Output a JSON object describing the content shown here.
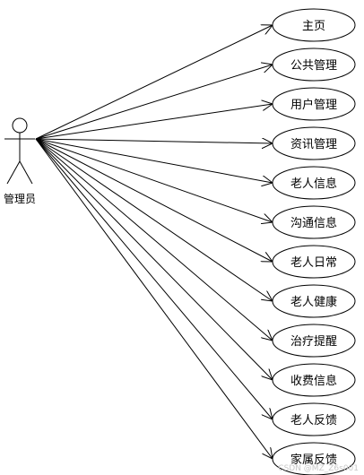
{
  "actor": {
    "label": "管理员"
  },
  "use_cases": [
    {
      "label": "主页"
    },
    {
      "label": "公共管理"
    },
    {
      "label": "用户管理"
    },
    {
      "label": "资讯管理"
    },
    {
      "label": "老人信息"
    },
    {
      "label": "沟通信息"
    },
    {
      "label": "老人日常"
    },
    {
      "label": "老人健康"
    },
    {
      "label": "治疗提醒"
    },
    {
      "label": "收费信息"
    },
    {
      "label": "老人反馈"
    },
    {
      "label": "家属反馈"
    }
  ],
  "watermark": "CSDN @MZ_Z6s001"
}
